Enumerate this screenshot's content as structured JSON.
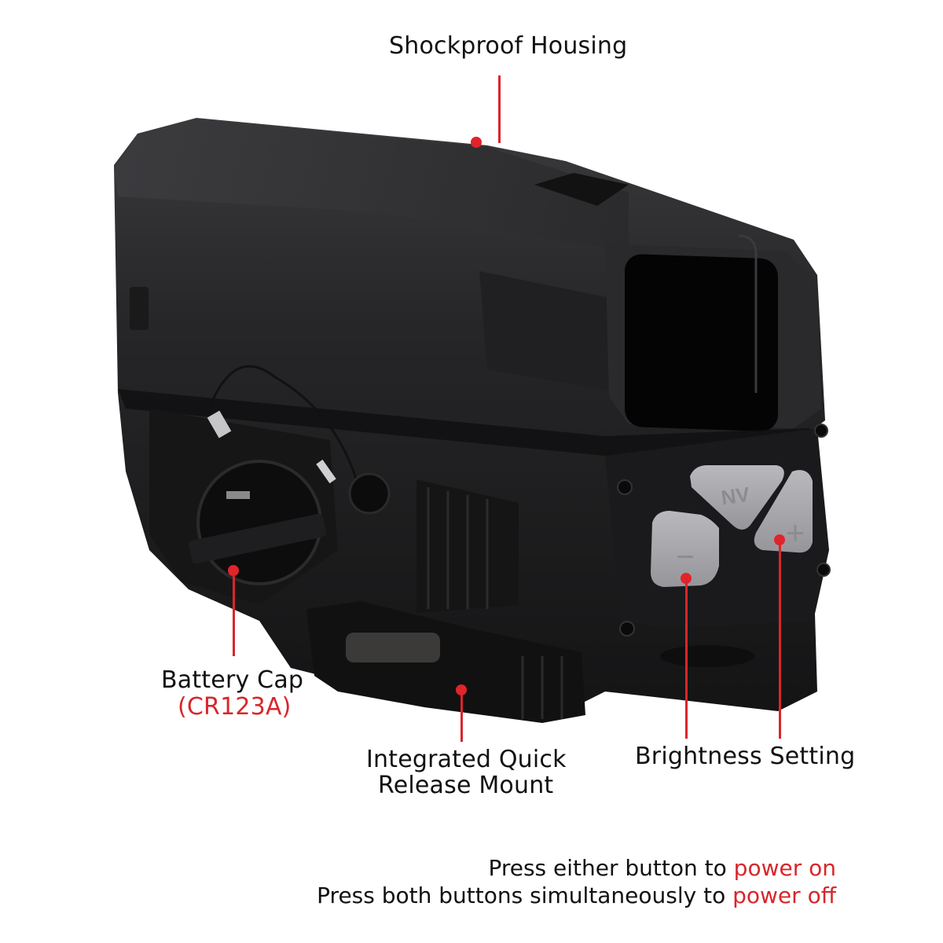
{
  "callouts": {
    "housing": {
      "label": "Shockproof Housing"
    },
    "battery": {
      "label": "Battery Cap",
      "sublabel": "(CR123A)"
    },
    "mount": {
      "line1": "Integrated Quick",
      "line2": "Release Mount"
    },
    "brightness": {
      "label": "Brightness Setting"
    }
  },
  "buttons": {
    "nv": "NV",
    "minus": "−",
    "plus": "+"
  },
  "notes": {
    "line1_prefix": "Press either button to ",
    "line1_highlight": "power on",
    "line2_prefix": "Press both buttons simultaneously to ",
    "line2_highlight": "power off"
  },
  "colors": {
    "accent_red": "#d8262b",
    "body_black": "#1b1b1d",
    "button_gray": "#a9a9ad",
    "background": "#ffffff"
  }
}
